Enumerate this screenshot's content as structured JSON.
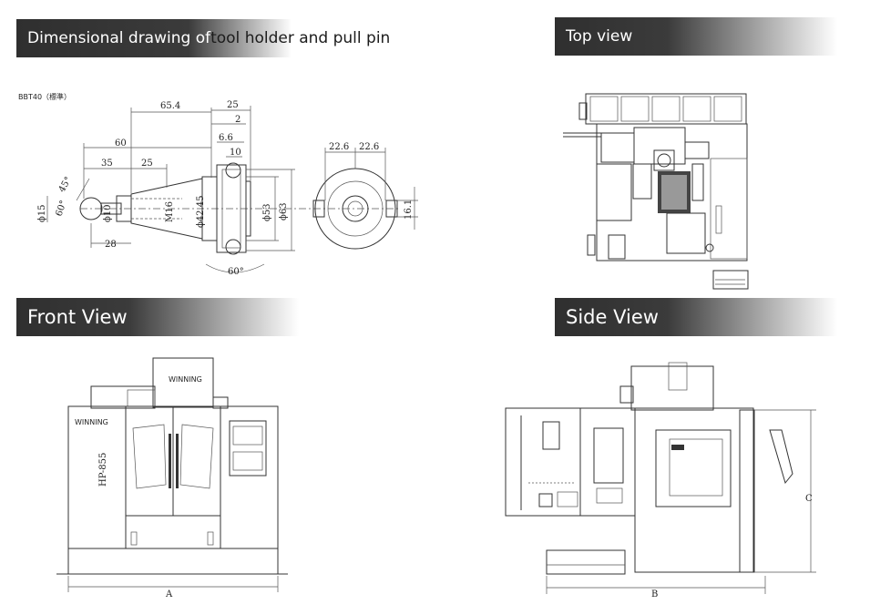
{
  "headers": {
    "dimensional_light": "Dimensional drawing of ",
    "dimensional_dark": "tool holder and pull pin",
    "top_view": "Top view",
    "front_view": "Front View",
    "side_view": "Side View"
  },
  "tool_holder": {
    "standard_label": "BBT40（標準）",
    "dims": {
      "d65_4": "65.4",
      "d25_top": "25",
      "d2": "2",
      "d60": "60",
      "d6_6": "6.6",
      "d10": "10",
      "d35": "35",
      "d25": "25",
      "d45": "45°",
      "d15": "ϕ15",
      "d60deg_left": "60°",
      "d28": "28",
      "phi10": "ϕ10",
      "m16": "M16",
      "phi42_45": "ϕ42.45",
      "phi53": "ϕ53",
      "phi63": "ϕ63",
      "d60deg_bottom": "60°",
      "d22_6a": "22.6",
      "d22_6b": "22.6",
      "d16_1": "16.1"
    }
  },
  "front_view": {
    "brand": "WINNING",
    "model": "HP-855",
    "dim_a": "A"
  },
  "side_view": {
    "dim_b": "B",
    "dim_c": "C"
  }
}
